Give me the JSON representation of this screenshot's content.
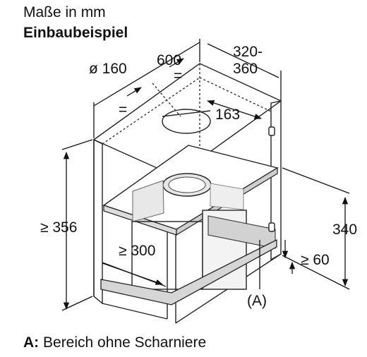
{
  "header": {
    "title": "Maße in mm",
    "subtitle": "Einbaubeispiel"
  },
  "dimensions": {
    "diameter": "ø 160",
    "width": "600",
    "equal_sign": "=",
    "depth_line1": "320-",
    "depth_line2": "360",
    "offset_163": "163",
    "height_min": "≥ 356",
    "clearance_300": "≥ 300",
    "height_340": "340",
    "min_60": "≥ 60",
    "zone_a": "(A)"
  },
  "footer": {
    "key": "A:",
    "text": " Bereich ohne Scharniere"
  },
  "colors": {
    "line": "#222222",
    "panel_fill": "#d0d0d0",
    "shelf_fill": "#dcdcdc",
    "duct_fill": "#e2e2e2",
    "background": "#ffffff"
  }
}
